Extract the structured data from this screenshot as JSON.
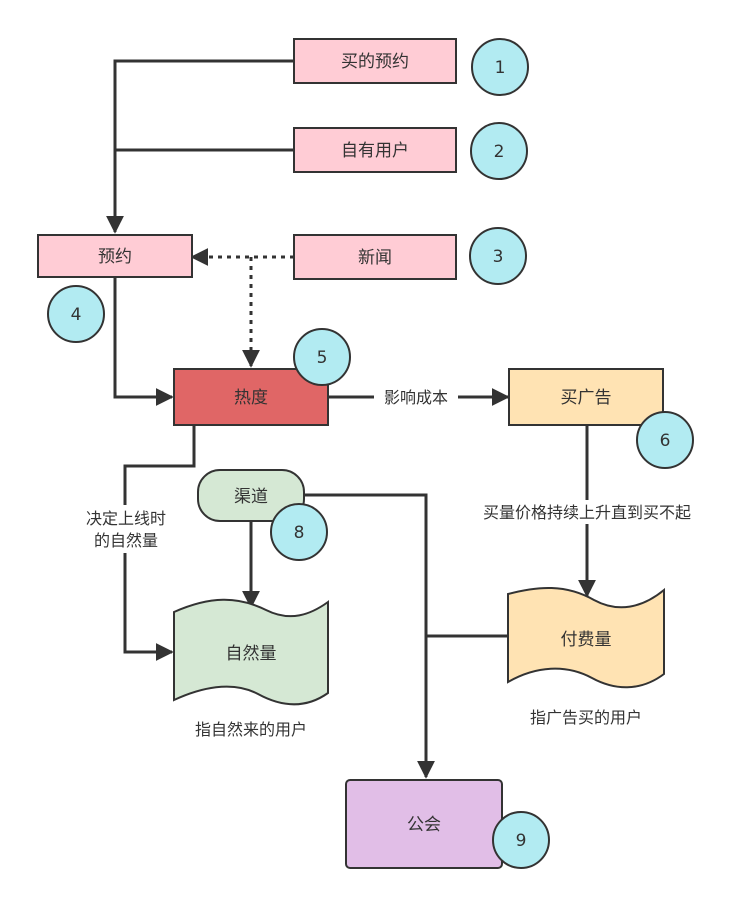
{
  "nodes": {
    "buy_reservation": {
      "label": "买的预约",
      "fill": "#ffccd5"
    },
    "own_users": {
      "label": "自有用户",
      "fill": "#ffccd5"
    },
    "reservation": {
      "label": "预约",
      "fill": "#ffccd5"
    },
    "news": {
      "label": "新闻",
      "fill": "#ffccd5"
    },
    "heat": {
      "label": "热度",
      "fill": "#e06666"
    },
    "buy_ads": {
      "label": "买广告",
      "fill": "#ffe3b3"
    },
    "channel": {
      "label": "渠道",
      "fill": "#d5e8d4"
    },
    "natural": {
      "label": "自然量",
      "fill": "#d5e8d4"
    },
    "paid": {
      "label": "付费量",
      "fill": "#ffe3b3"
    },
    "guild": {
      "label": "公会",
      "fill": "#e1bee7"
    }
  },
  "badges": {
    "b1": "1",
    "b2": "2",
    "b3": "3",
    "b4": "4",
    "b5": "5",
    "b6": "6",
    "b8": "8",
    "b9": "9",
    "fill": "#b2ebf2"
  },
  "edge_labels": {
    "heat_to_ads": "影响成本",
    "decide_line1": "决定上线时",
    "decide_line2": "的自然量",
    "ads_to_paid": "买量价格持续上升直到买不起"
  },
  "notes": {
    "natural_note": "指自然来的用户",
    "paid_note": "指广告买的用户"
  }
}
